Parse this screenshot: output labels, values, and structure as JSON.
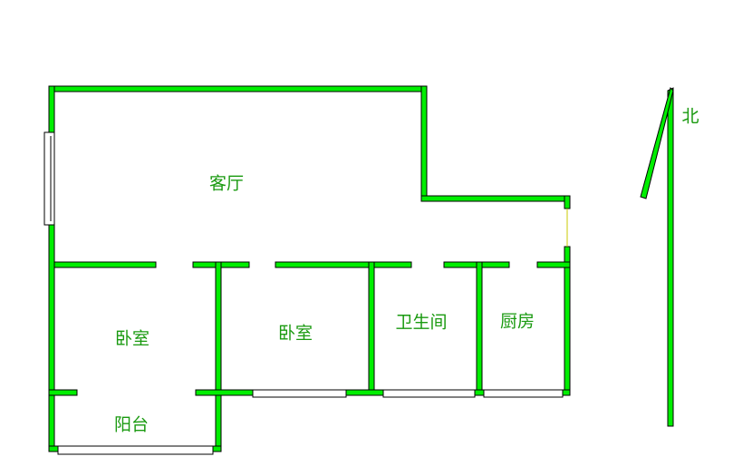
{
  "rooms": {
    "living_room": "客厅",
    "bedroom_left": "卧室",
    "bedroom_middle": "卧室",
    "bathroom": "卫生间",
    "kitchen": "厨房",
    "balcony": "阳台"
  },
  "compass": {
    "north_label": "北"
  },
  "colors": {
    "wall": "#00ee00",
    "text": "#1a9a10"
  }
}
